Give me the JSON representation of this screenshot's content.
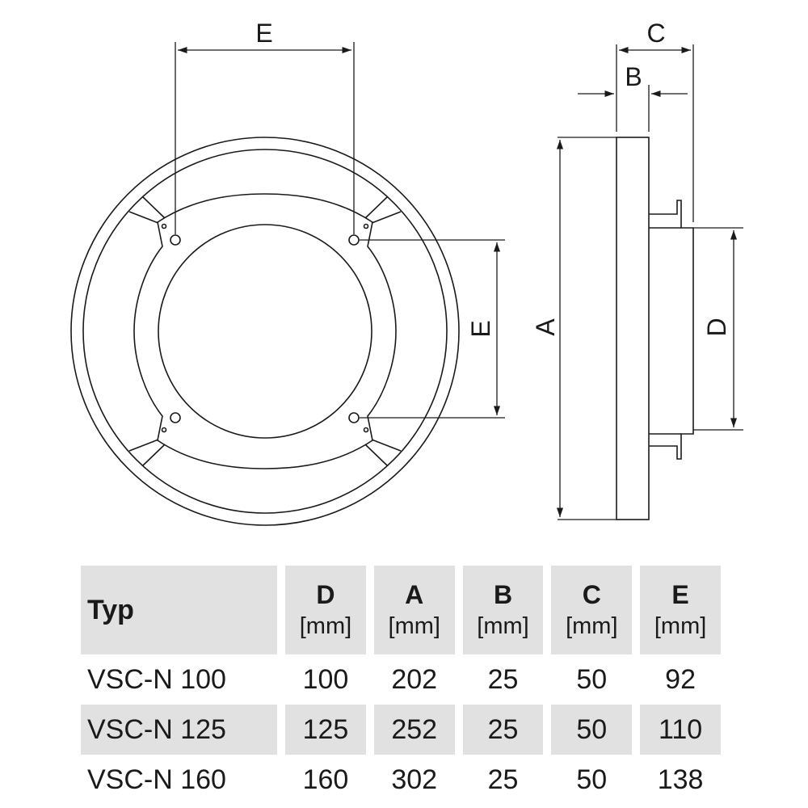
{
  "labels": {
    "front_e_horizontal": "E",
    "front_e_vertical": "E",
    "side_c": "C",
    "side_b": "B",
    "side_a": "A",
    "side_d": "D"
  },
  "table": {
    "columns": [
      {
        "name": "Typ",
        "unit": ""
      },
      {
        "name": "D",
        "unit": "[mm]"
      },
      {
        "name": "A",
        "unit": "[mm]"
      },
      {
        "name": "B",
        "unit": "[mm]"
      },
      {
        "name": "C",
        "unit": "[mm]"
      },
      {
        "name": "E",
        "unit": "[mm]"
      }
    ],
    "rows": [
      [
        "VSC-N 100",
        "100",
        "202",
        "25",
        "50",
        "92"
      ],
      [
        "VSC-N 125",
        "125",
        "252",
        "25",
        "50",
        "110"
      ],
      [
        "VSC-N 160",
        "160",
        "302",
        "25",
        "50",
        "138"
      ]
    ]
  },
  "colors": {
    "line": "#1a1a1a",
    "table_shade": "#e1e1e1"
  }
}
